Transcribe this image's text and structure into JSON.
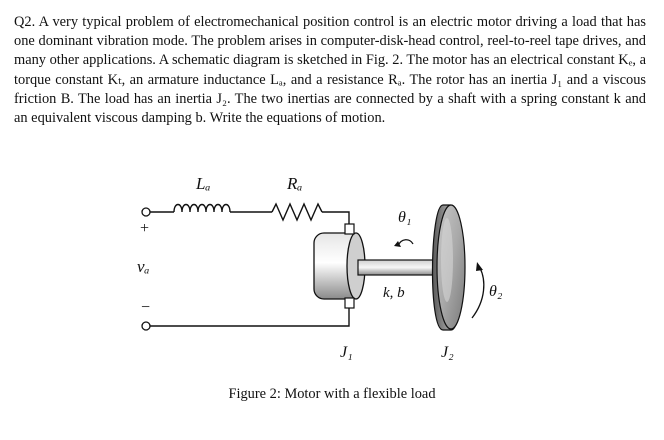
{
  "problem": {
    "text": "Q2. A very typical problem of electromechanical position control is an electric motor driving a load that has one dominant vibration mode. The problem arises in computer-disk-head control, reel-to-reel tape drives, and many other applications. A schematic diagram is sketched in Fig. 2. The motor has an electrical constant Kₑ, a torque constant Kₜ, an armature inductance Lₐ, and a resistance Rₐ. The rotor has an inertia J₁ and a viscous friction B. The load has an inertia J₂. The two inertias are connected by a shaft with a spring constant k and an equivalent viscous damping b. Write the equations of motion."
  },
  "figure": {
    "labels": {
      "inductance": "Lₐ",
      "resistance": "Rₐ",
      "voltage": "vₐ",
      "plus": "+",
      "minus": "−",
      "theta1": "θ₁",
      "theta2": "θ₂",
      "shaft": "k, b",
      "j1": "J₁",
      "j2": "J₂"
    },
    "caption": "Figure 2: Motor with a flexible load"
  }
}
